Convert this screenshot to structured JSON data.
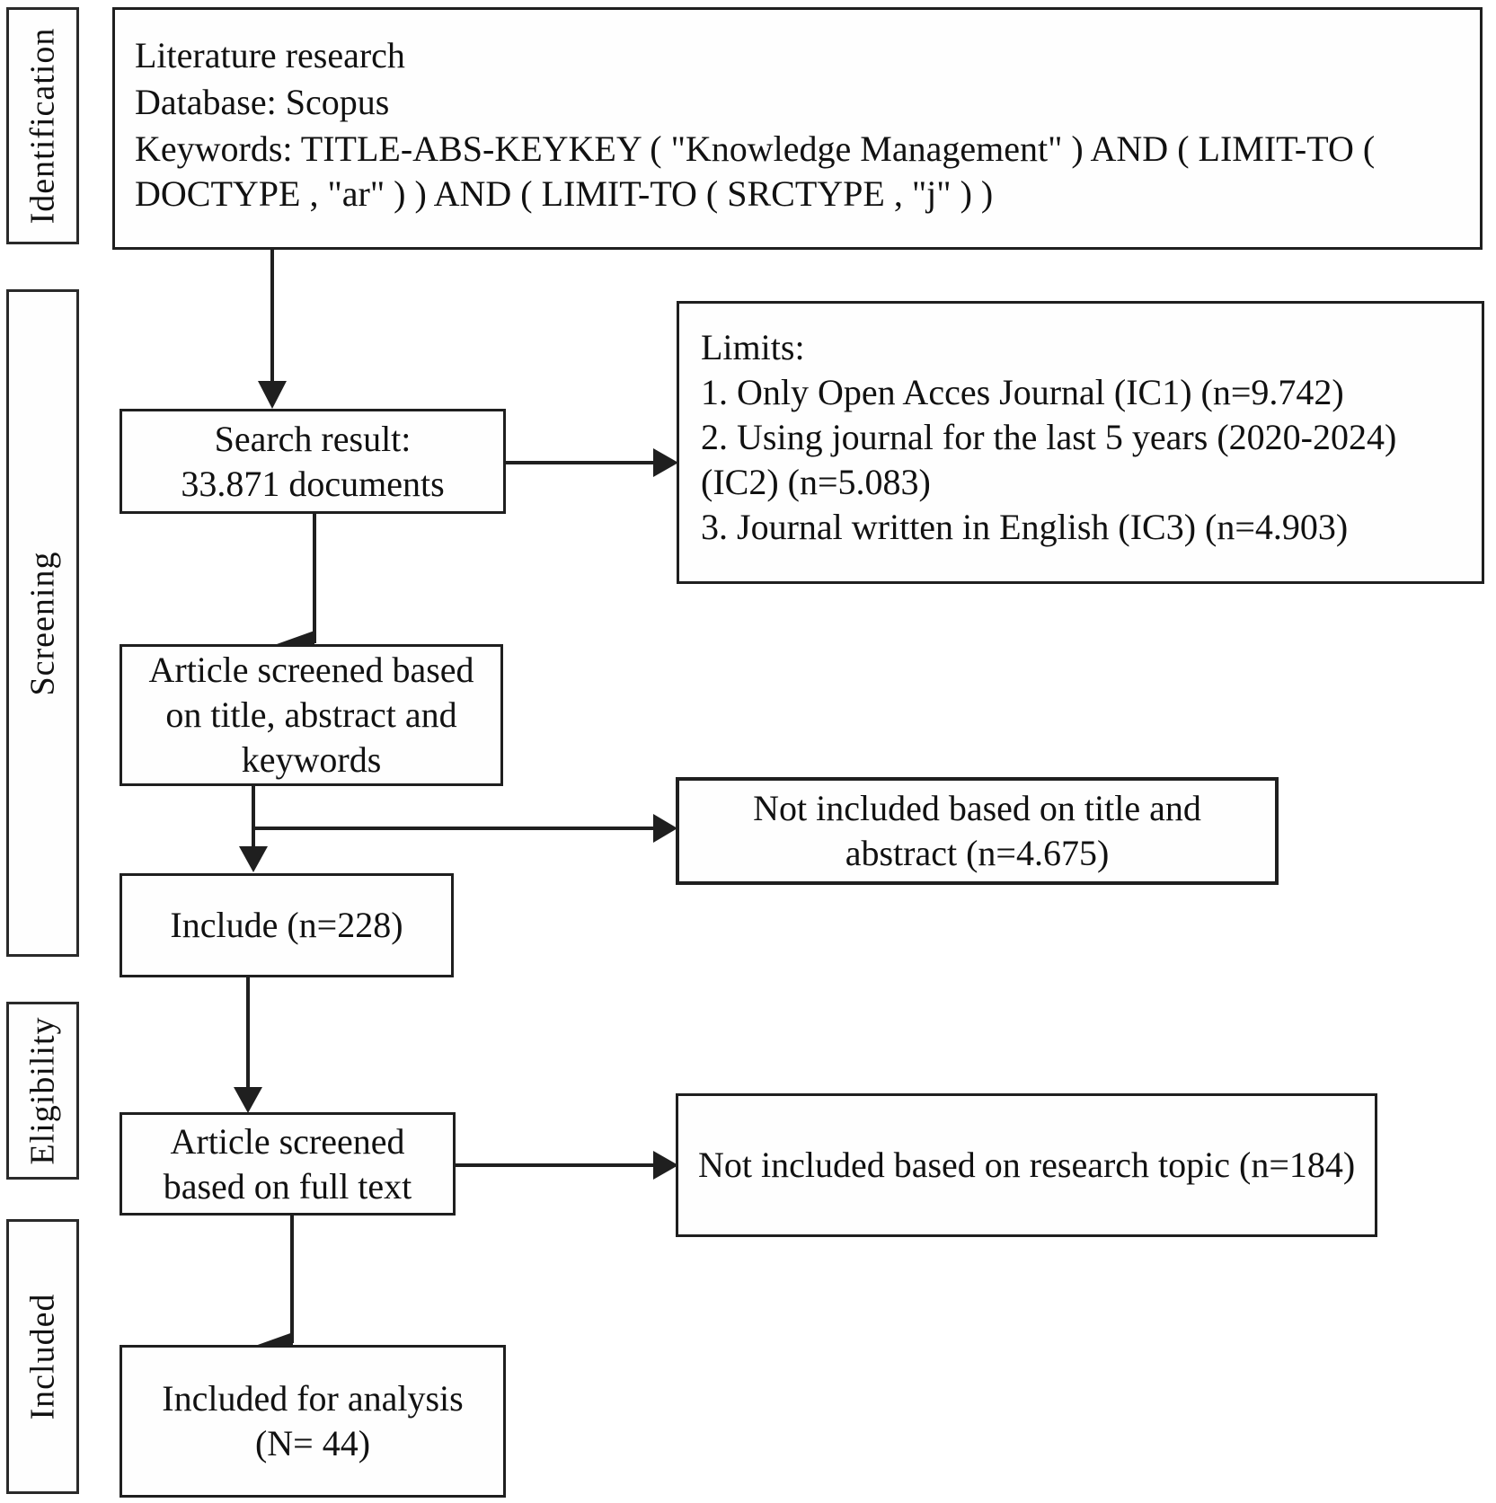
{
  "diagram_title": "Literature selection flow diagram (PRISMA style)",
  "colors": {
    "background": "#ffffff",
    "border": "#1f1f1f",
    "text": "#111111",
    "arrow": "#1f1f1f"
  },
  "stages": {
    "identification": "Identification",
    "screening": "Screening",
    "eligibility": "Eligibility",
    "included": "Included"
  },
  "boxes": {
    "literature": {
      "line1": "Literature research",
      "line2": "Database: Scopus",
      "line3": "Keywords: TITLE-ABS-KEYKEY ( \"Knowledge Management\" ) AND ( LIMIT-TO ( DOCTYPE , \"ar\" ) ) AND ( LIMIT-TO ( SRCTYPE , \"j\" ) )"
    },
    "search_result": {
      "line1": "Search result:",
      "line2": "33.871 documents"
    },
    "limits": {
      "title": "Limits:",
      "item1": "1. Only Open Acces Journal (IC1) (n=9.742)",
      "item2": "2. Using journal for the last 5 years (2020-2024) (IC2) (n=5.083)",
      "item3": "3. Journal written in English (IC3) (n=4.903)"
    },
    "screened_title_abstract": {
      "text": "Article screened based on title, abstract and keywords"
    },
    "not_included_title_abstract": {
      "text": "Not included based on title and abstract (n=4.675)"
    },
    "include": {
      "text": "Include (n=228)"
    },
    "screened_full_text": {
      "text": "Article screened based on full text"
    },
    "not_included_research_topic": {
      "text": "Not included based on research topic (n=184)"
    },
    "included_for_analysis": {
      "line1": "Included for analysis",
      "line2": "(N= 44)"
    }
  }
}
